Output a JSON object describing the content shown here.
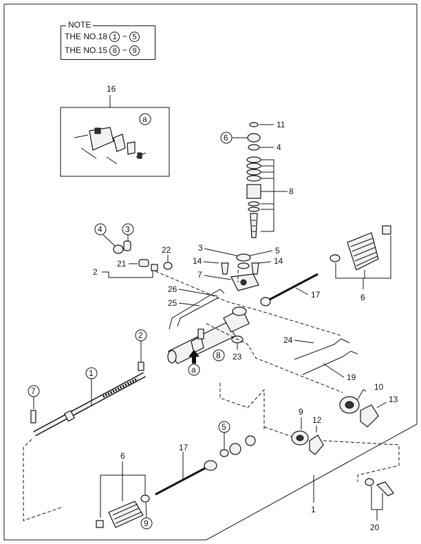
{
  "note": {
    "title": "NOTE",
    "line1_prefix": "THE NO.18",
    "line1_from": "1",
    "line1_to": "5",
    "line2_prefix": "THE NO.15",
    "line2_from": "6",
    "line2_to": "9",
    "tilde": "~"
  },
  "callouts": {
    "c16": "16",
    "ca_inset": "a",
    "c11": "11",
    "c6_top": "6",
    "c4_top": "4",
    "c8_right": "8",
    "c4_left": "4",
    "c3_left": "3",
    "c22": "22",
    "c2": "2",
    "c21": "21",
    "c3_mid": "3",
    "c5_mid": "5",
    "c14_left": "14",
    "c14_right": "14",
    "c7_mid": "7",
    "c26": "26",
    "c25": "25",
    "c17_upper": "17",
    "c6_right": "6",
    "c8_left": "8",
    "c2_circle": "2",
    "c23": "23",
    "ca_main": "a",
    "c24": "24",
    "c19": "19",
    "c10": "10",
    "c13": "13",
    "c1_circle": "1",
    "c7_circle": "7",
    "c9_mid": "9",
    "c12": "12",
    "c5_low": "5",
    "c17_lower": "17",
    "c6_low": "6",
    "c9_low": "9",
    "c1": "1",
    "c20": "20"
  }
}
